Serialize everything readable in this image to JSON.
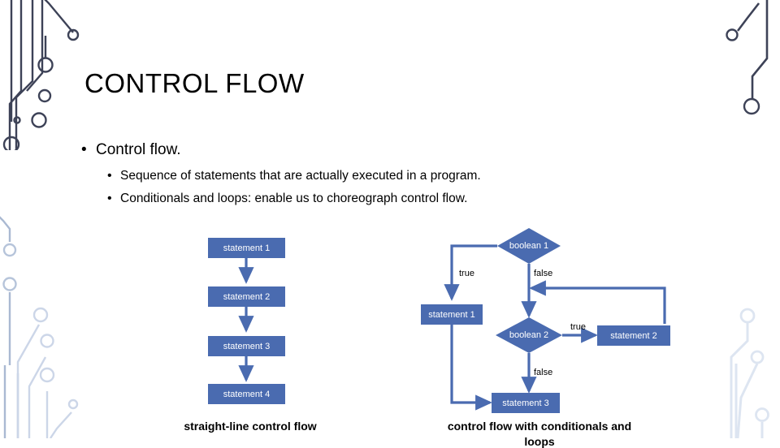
{
  "slide": {
    "title": "CONTROL FLOW",
    "bullets": [
      {
        "text": "Control flow.",
        "children": [
          "Sequence of statements that are actually executed in a program.",
          "Conditionals and loops: enable us to choreograph control flow."
        ]
      }
    ]
  },
  "theme": {
    "box_fill": "#4a6bb0",
    "box_text": "#ffffff",
    "connector": "#4a6bb0",
    "text": "#000000",
    "background": "#ffffff",
    "deco_dark": "#3d4257",
    "deco_light": "#ccd6e8",
    "deco_faint": "#e4eaf4"
  },
  "diagram_left": {
    "caption": "straight-line control flow",
    "nodes": [
      {
        "id": "s1",
        "label": "statement 1",
        "shape": "box"
      },
      {
        "id": "s2",
        "label": "statement 2",
        "shape": "box"
      },
      {
        "id": "s3",
        "label": "statement 3",
        "shape": "box"
      },
      {
        "id": "s4",
        "label": "statement 4",
        "shape": "box"
      }
    ],
    "edges": [
      {
        "from": "s1",
        "to": "s2",
        "label": ""
      },
      {
        "from": "s2",
        "to": "s3",
        "label": ""
      },
      {
        "from": "s3",
        "to": "s4",
        "label": ""
      }
    ]
  },
  "diagram_right": {
    "caption": "control flow with conditionals and",
    "caption_line2": "loops",
    "nodes": [
      {
        "id": "b1",
        "label": "boolean 1",
        "shape": "diamond"
      },
      {
        "id": "rs1",
        "label": "statement 1",
        "shape": "box"
      },
      {
        "id": "b2",
        "label": "boolean 2",
        "shape": "diamond"
      },
      {
        "id": "rs2",
        "label": "statement 2",
        "shape": "box"
      },
      {
        "id": "rs3",
        "label": "statement 3",
        "shape": "box"
      }
    ],
    "edges": [
      {
        "from": "b1",
        "to": "rs1",
        "label": "true"
      },
      {
        "from": "b1",
        "to": "b2",
        "label": "false"
      },
      {
        "from": "b2",
        "to": "rs2",
        "label": "true"
      },
      {
        "from": "b2",
        "to": "rs3",
        "label": "false"
      },
      {
        "from": "rs1",
        "to": "rs3",
        "label": ""
      },
      {
        "from": "rs2",
        "to": "b1",
        "label": ""
      }
    ],
    "edge_labels": {
      "b1_true": "true",
      "b1_false": "false",
      "b2_true": "true",
      "b2_false": "false"
    }
  }
}
